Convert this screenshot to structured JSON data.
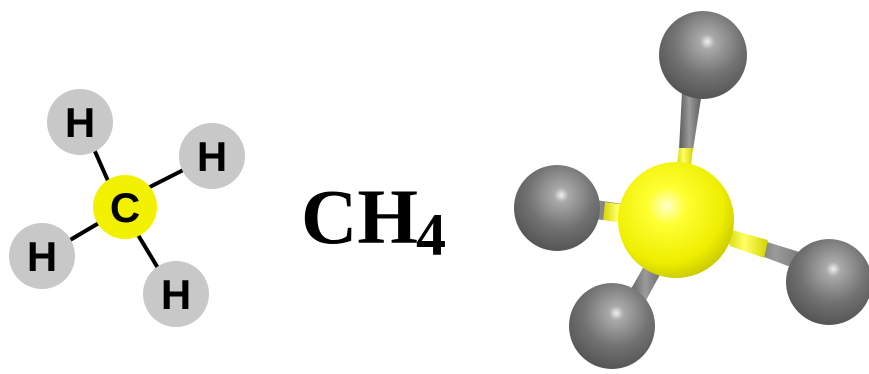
{
  "structural_formula": {
    "center_atom": "C",
    "bonded_atoms": [
      "H",
      "H",
      "H",
      "H"
    ],
    "colors": {
      "carbon": "#f2f200",
      "hydrogen": "#c8c8c8",
      "bond": "#000000"
    }
  },
  "molecular_formula": {
    "element": "CH",
    "subscript": "4"
  },
  "ball_and_stick": {
    "colors": {
      "center_sphere": "#ffff33",
      "outer_sphere": "#777777",
      "bond": "#808080"
    }
  }
}
